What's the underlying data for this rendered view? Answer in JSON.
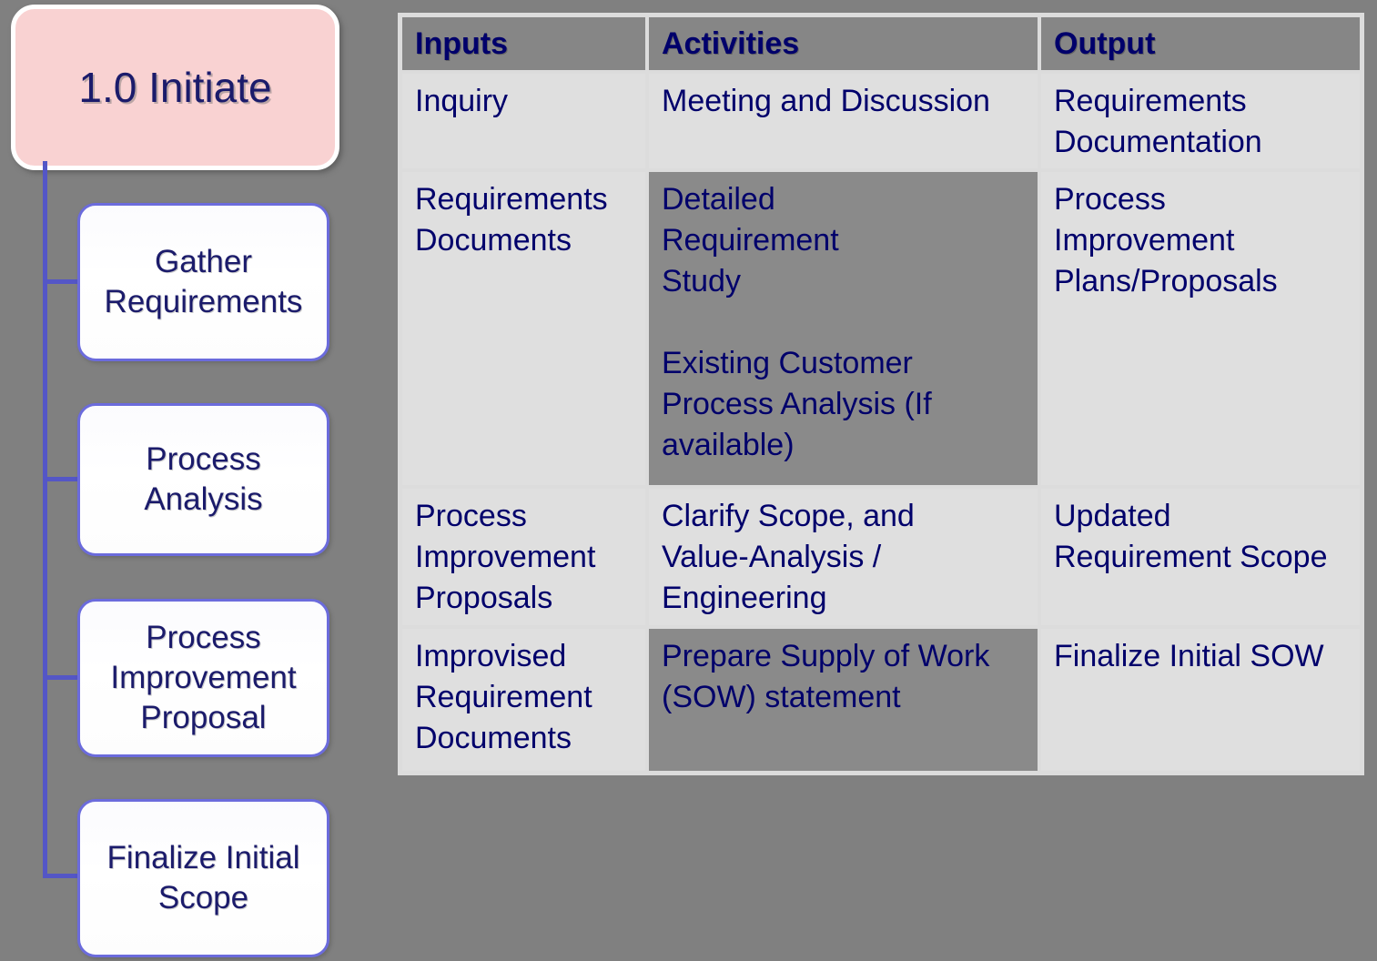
{
  "colors": {
    "page_bg": "#808080",
    "root_box_fill": "#F9D2D2",
    "root_box_border": "#FFFFFF",
    "child_box_fill": "#FFFFFF",
    "child_box_border": "#6B6BDC",
    "connector": "#5456C6",
    "table_header_bg": "#868686",
    "table_row_bg": "#DFDFDF",
    "table_dark_cell_bg": "#8A8A8A",
    "table_divider": "#DCDCDC",
    "text_navy": "#00006B"
  },
  "diagram": {
    "root": {
      "label": "1.0 Initiate"
    },
    "children": [
      {
        "label": "Gather\nRequirements"
      },
      {
        "label": "Process\nAnalysis"
      },
      {
        "label": "Process\nImprovement\nProposal"
      },
      {
        "label": "Finalize Initial\nScope"
      }
    ]
  },
  "table": {
    "columns": [
      "Inputs",
      "Activities",
      "Output"
    ],
    "rows": [
      {
        "inputs": "Inquiry",
        "activities": "Meeting and Discussion",
        "output": "Requirements\nDocumentation",
        "activities_dark": false
      },
      {
        "inputs": "Requirements\nDocuments",
        "activities": "Detailed\nRequirement\nStudy\n\nExisting Customer\nProcess Analysis (If\navailable)",
        "output": "Process\nImprovement\nPlans/Proposals",
        "activities_dark": true
      },
      {
        "inputs": "Process\nImprovement\nProposals",
        "activities": "Clarify Scope, and\nValue-Analysis /\nEngineering",
        "output": "Updated\nRequirement Scope",
        "activities_dark": false
      },
      {
        "inputs": "Improvised\nRequirement\nDocuments",
        "activities": "Prepare Supply of Work\n(SOW) statement",
        "output": "Finalize Initial SOW",
        "activities_dark": true
      }
    ]
  }
}
